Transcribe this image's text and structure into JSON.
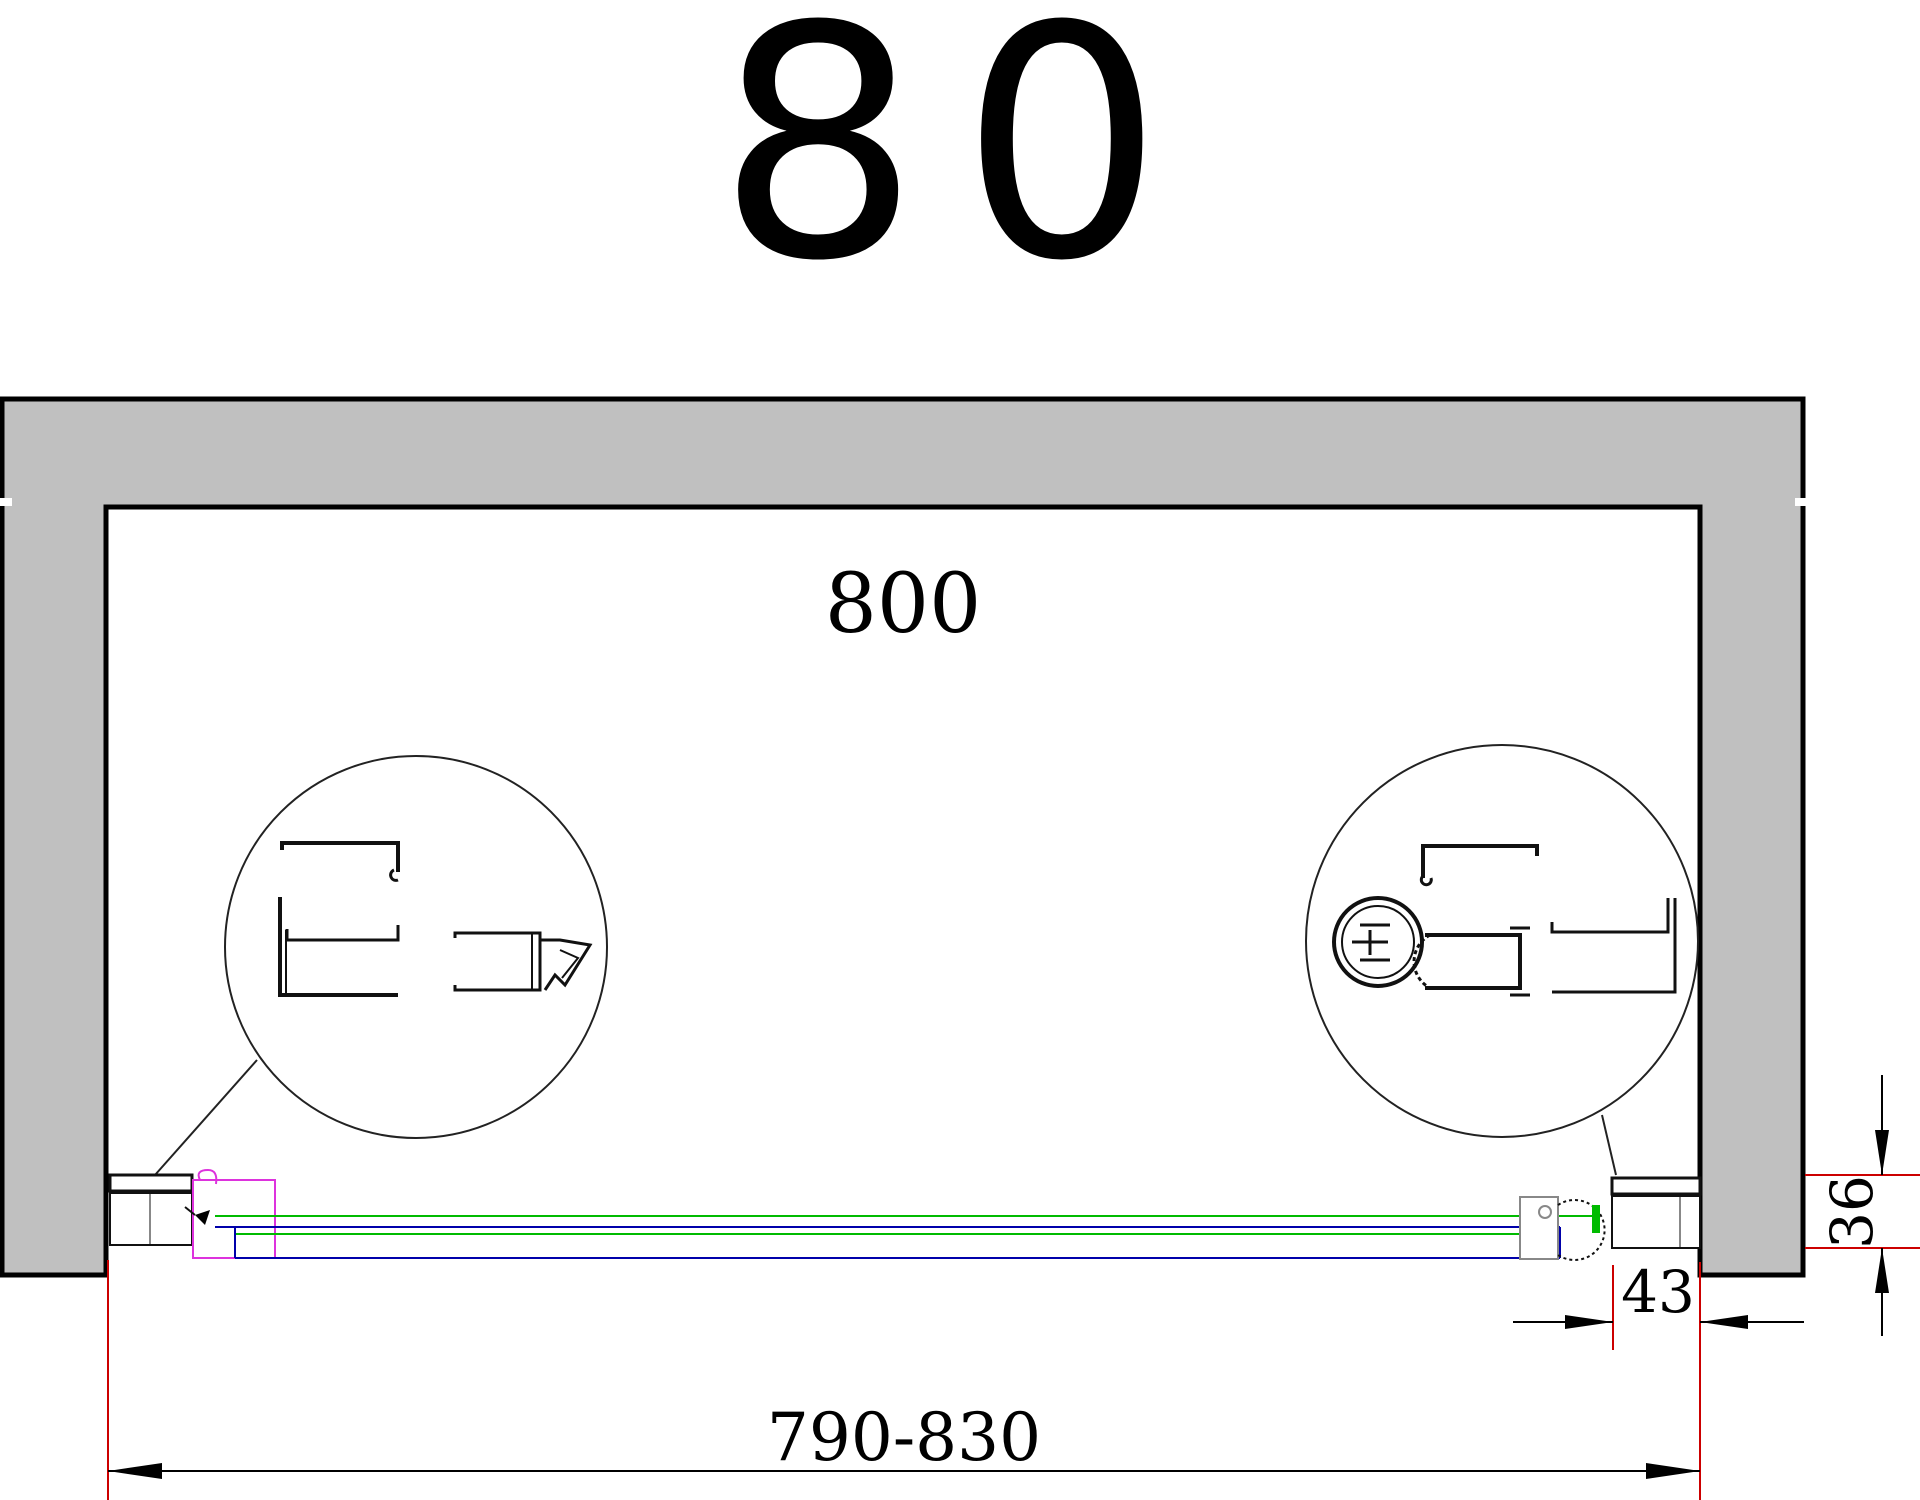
{
  "header": {
    "title": "80"
  },
  "dimensions": {
    "inner_width": "800",
    "adjustment_range": "790-830",
    "side_gap": "43",
    "depth": "36"
  },
  "colors": {
    "wall_fill": "#c0c0c0",
    "outline": "#000000",
    "dimension_line": "#cc0000",
    "glass_green": "#00bb00",
    "glass_blue": "#0000aa",
    "magenta_profile": "#dd33dd"
  }
}
